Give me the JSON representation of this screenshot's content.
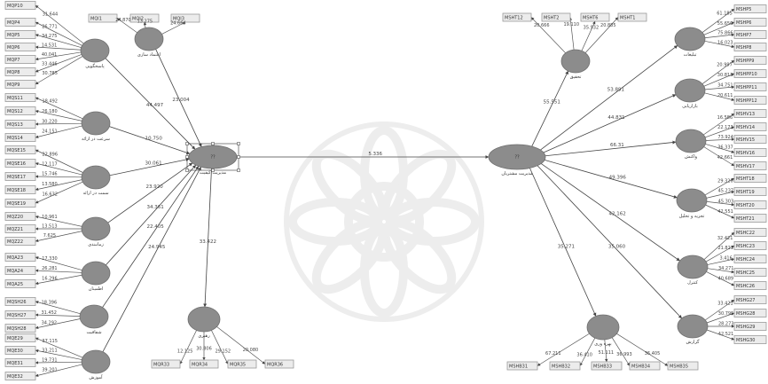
{
  "diagram": {
    "indicators": [
      {
        "id": "MQP10",
        "t": "MQP10"
      },
      {
        "id": "MQP4",
        "t": "MQP4"
      },
      {
        "id": "MQP5",
        "t": "MQP5"
      },
      {
        "id": "MQP6",
        "t": "MQP6"
      },
      {
        "id": "MQP7",
        "t": "MQP7"
      },
      {
        "id": "MQP8",
        "t": "MQP8"
      },
      {
        "id": "MQP9",
        "t": "MQP9"
      },
      {
        "id": "MQI1",
        "t": "MQI1"
      },
      {
        "id": "MQI2",
        "t": "MQI2"
      },
      {
        "id": "MQI3",
        "t": "MQI3"
      },
      {
        "id": "MQS11",
        "t": "MQS11"
      },
      {
        "id": "MQS12",
        "t": "MQS12"
      },
      {
        "id": "MQS13",
        "t": "MQS13"
      },
      {
        "id": "MQS14",
        "t": "MQS14"
      },
      {
        "id": "MQSE15",
        "t": "MQSE15"
      },
      {
        "id": "MQSE16",
        "t": "MQSE16"
      },
      {
        "id": "MQSE17",
        "t": "MQSE17"
      },
      {
        "id": "MQSE18",
        "t": "MQSE18"
      },
      {
        "id": "MQSE19",
        "t": "MQSE19"
      },
      {
        "id": "MQZ20",
        "t": "MQZ20"
      },
      {
        "id": "MQZ21",
        "t": "MQZ21"
      },
      {
        "id": "MQZ22",
        "t": "MQZ22"
      },
      {
        "id": "MQA23",
        "t": "MQA23"
      },
      {
        "id": "MQA24",
        "t": "MQA24"
      },
      {
        "id": "MQA25",
        "t": "MQA25"
      },
      {
        "id": "MQSH26",
        "t": "MQSH26"
      },
      {
        "id": "MQSH27",
        "t": "MQSH27"
      },
      {
        "id": "MQSH28",
        "t": "MQSH28"
      },
      {
        "id": "MQE29",
        "t": "MQE29"
      },
      {
        "id": "MQE30",
        "t": "MQE30"
      },
      {
        "id": "MQE31",
        "t": "MQE31"
      },
      {
        "id": "MQE32",
        "t": "MQE32"
      },
      {
        "id": "MQR33",
        "t": "MQR33"
      },
      {
        "id": "MQR34",
        "t": "MQR34"
      },
      {
        "id": "MQR35",
        "t": "MQR35"
      },
      {
        "id": "MQR36",
        "t": "MQR36"
      },
      {
        "id": "MSHT12",
        "t": "MSHT12"
      },
      {
        "id": "MSHT2",
        "t": "MSHT2"
      },
      {
        "id": "MSHT6",
        "t": "MSHT6"
      },
      {
        "id": "MSHT1",
        "t": "MSHT1"
      },
      {
        "id": "MSHP5",
        "t": "MSHP5"
      },
      {
        "id": "MSHP6",
        "t": "MSHP6"
      },
      {
        "id": "MSHP7",
        "t": "MSHP7"
      },
      {
        "id": "MSHP8",
        "t": "MSHP8"
      },
      {
        "id": "MSHPP9",
        "t": "MSHPP9"
      },
      {
        "id": "MSHPP10",
        "t": "MSHPP10"
      },
      {
        "id": "MSHPP11",
        "t": "MSHPP11"
      },
      {
        "id": "MSHPP12",
        "t": "MSHPP12"
      },
      {
        "id": "MSHV13",
        "t": "MSHV13"
      },
      {
        "id": "MSHV14",
        "t": "MSHV14"
      },
      {
        "id": "MSHV15",
        "t": "MSHV15"
      },
      {
        "id": "MSHV16",
        "t": "MSHV16"
      },
      {
        "id": "MSHV17",
        "t": "MSHV17"
      },
      {
        "id": "MSHT18",
        "t": "MSHT18"
      },
      {
        "id": "MSHT19",
        "t": "MSHT19"
      },
      {
        "id": "MSHT20",
        "t": "MSHT20"
      },
      {
        "id": "MSHT21",
        "t": "MSHT21"
      },
      {
        "id": "MSHC22",
        "t": "MSHC22"
      },
      {
        "id": "MSHC23",
        "t": "MSHC23"
      },
      {
        "id": "MSHC24",
        "t": "MSHC24"
      },
      {
        "id": "MSHC25",
        "t": "MSHC25"
      },
      {
        "id": "MSHC26",
        "t": "MSHC26"
      },
      {
        "id": "MSHG27",
        "t": "MSHG27"
      },
      {
        "id": "MSHG28",
        "t": "MSHG28"
      },
      {
        "id": "MSHG29",
        "t": "MSHG29"
      },
      {
        "id": "MSHG30",
        "t": "MSHG30"
      },
      {
        "id": "MSHB31",
        "t": "MSHB31"
      },
      {
        "id": "MSHB32",
        "t": "MSHB32"
      },
      {
        "id": "MSHB33",
        "t": "MSHB33"
      },
      {
        "id": "MSHB34",
        "t": "MSHB34"
      },
      {
        "id": "MSHB35",
        "t": "MSHB35"
      }
    ],
    "latents": [
      {
        "id": "L_pasokh",
        "name": "پاسخگویی"
      },
      {
        "id": "L_etemad",
        "name": "اعتماد سازی"
      },
      {
        "id": "L_sorat",
        "name": "سرعت در ارائه"
      },
      {
        "id": "L_semat",
        "name": "سمت در ارائه"
      },
      {
        "id": "L_zaman",
        "name": "زمانبندی"
      },
      {
        "id": "L_etminan",
        "name": "اطمینان"
      },
      {
        "id": "L_shafafiyat",
        "name": "شفافیت"
      },
      {
        "id": "L_amozesh",
        "name": "آموزش"
      },
      {
        "id": "L_rahbari",
        "name": "رهبری"
      },
      {
        "id": "L_center",
        "name": "مدیریت کیفیت"
      },
      {
        "id": "L_target",
        "name": "مدیریت مشتریان"
      },
      {
        "id": "L_tahghigh",
        "name": "تحقیق"
      },
      {
        "id": "L_tabligh",
        "name": "تبلیغات"
      },
      {
        "id": "L_bazaryabi",
        "name": "بازاریابی"
      },
      {
        "id": "L_vakonesh",
        "name": "واکنش"
      },
      {
        "id": "L_tajzie",
        "name": "تجزیه و تحلیل"
      },
      {
        "id": "L_kontrol",
        "name": "کنترل"
      },
      {
        "id": "L_gozaresh",
        "name": "گزارش"
      },
      {
        "id": "L_bahrevari",
        "name": "بهره وری"
      }
    ],
    "center_text": "??",
    "target_text": "??",
    "loadings": [
      "31.644",
      "26.771",
      "34.275",
      "14.531",
      "40.041",
      "33.446",
      "30.785",
      "24.870",
      "13.275",
      "24.664",
      "18.492",
      "26.180",
      "30.220",
      "24.151",
      "22.896",
      "12.117",
      "15.746",
      "13.580",
      "16.632",
      "10.961",
      "13.513",
      "7.625",
      "17.330",
      "26.281",
      "16.296",
      "18.396",
      "31.452",
      "34.292",
      "37.115",
      "33.211",
      "19.731",
      "39.201",
      "12.125",
      "30.806",
      "29.152",
      "20.080",
      "20.666",
      "19.110",
      "35.932",
      "20.885",
      "61.185",
      "55.650",
      "75.866",
      "16.023",
      "20.997",
      "30.813",
      "34.751",
      "20.611",
      "16.586",
      "22.173",
      "73.924",
      "36.337",
      "42.661",
      "29.326",
      "45.237",
      "45.303",
      "42.551",
      "32.421",
      "21.821",
      "3.416",
      "34.271",
      "40.689",
      "33.421",
      "30.795",
      "28.273",
      "42.521",
      "67.211",
      "36.410",
      "51.111",
      "36.993",
      "36.405"
    ],
    "path_values": [
      "44.497",
      "23.004",
      "10.750",
      "30.061",
      "23.920",
      "34.361",
      "22.405",
      "24.945",
      "33.422",
      "5.336",
      "55.551",
      "53.891",
      "44.831",
      "66.31",
      "49.396",
      "42.162",
      "35.060",
      "35.271"
    ]
  }
}
